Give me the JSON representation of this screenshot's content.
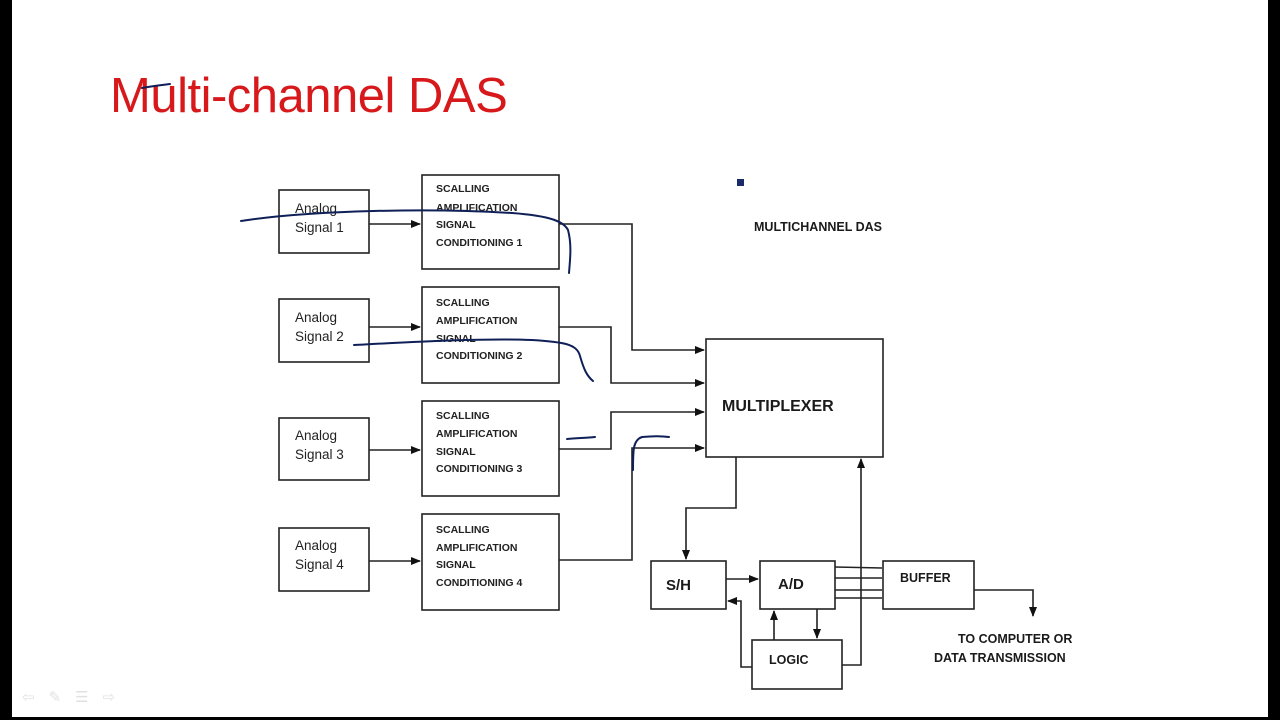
{
  "slide": {
    "title": "Multi-channel DAS",
    "title_color": "#d7191c",
    "ink_color": "#0f1f57"
  },
  "diagram": {
    "heading": "MULTICHANNEL DAS",
    "channels": [
      {
        "signal_line1": "Analog",
        "signal_line2": "Signal 1",
        "cond_lines": [
          "SCALLING",
          "AMPLIFICATION",
          "SIGNAL",
          "CONDITIONING 1"
        ]
      },
      {
        "signal_line1": "Analog",
        "signal_line2": "Signal 2",
        "cond_lines": [
          "SCALLING",
          "AMPLIFICATION",
          "SIGNAL",
          "CONDITIONING 2"
        ]
      },
      {
        "signal_line1": "Analog",
        "signal_line2": "Signal 3",
        "cond_lines": [
          "SCALLING",
          "AMPLIFICATION",
          "SIGNAL",
          "CONDITIONING 3"
        ]
      },
      {
        "signal_line1": "Analog",
        "signal_line2": "Signal 4",
        "cond_lines": [
          "SCALLING",
          "AMPLIFICATION",
          "SIGNAL",
          "CONDITIONING 4"
        ]
      }
    ],
    "multiplexer": "MULTIPLEXER",
    "sample_hold": "S/H",
    "adc": "A/D",
    "buffer": "BUFFER",
    "logic": "LOGIC",
    "output_line1": "TO COMPUTER OR",
    "output_line2": "DATA TRANSMISSION"
  },
  "nav": {
    "icons": [
      "prev-arrow-icon",
      "pen-icon",
      "menu-icon",
      "next-arrow-icon"
    ],
    "glyphs": [
      "⇦",
      "✎",
      "☰",
      "⇨"
    ]
  }
}
